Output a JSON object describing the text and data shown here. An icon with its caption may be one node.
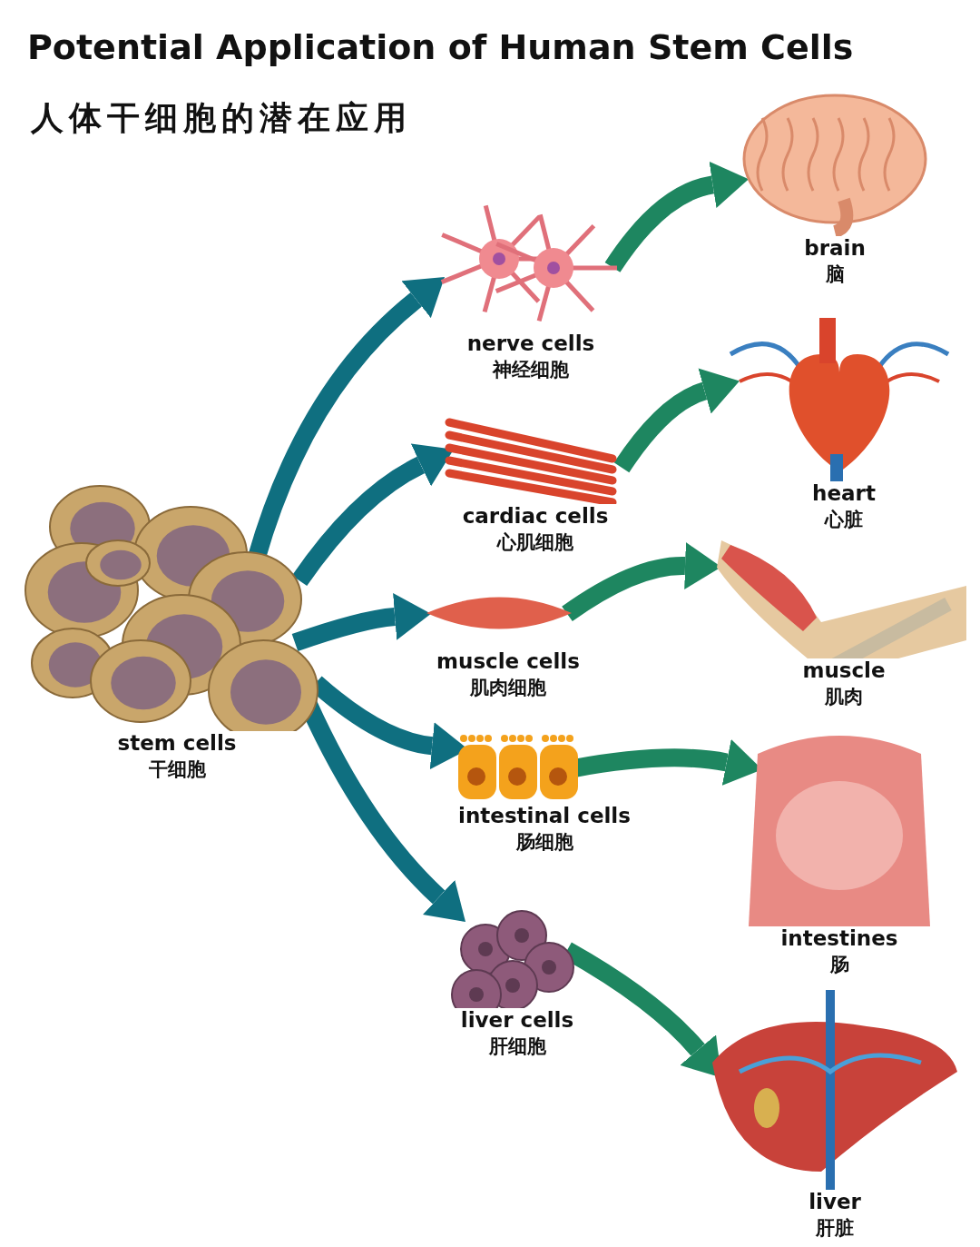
{
  "diagram": {
    "title": "Potential Application of Human Stem Cells",
    "labels": [
      "人体干细胞的潜在应用"
    ],
    "nodes": [
      {
        "text": [
          "stem cells",
          "干细胞"
        ]
      },
      {
        "text": [
          "nerve cells",
          "神经细胞"
        ]
      },
      {
        "text": [
          "cardiac cells",
          "心肌细胞"
        ]
      },
      {
        "text": [
          "muscle cells",
          "肌肉细胞"
        ]
      },
      {
        "text": [
          "intestinal cells",
          "肠细胞"
        ]
      },
      {
        "text": [
          "liver cells",
          "肝细胞"
        ]
      },
      {
        "text": [
          "brain",
          "脑"
        ]
      },
      {
        "text": [
          "heart",
          "心脏"
        ]
      },
      {
        "text": [
          "muscle",
          "肌肉"
        ]
      },
      {
        "text": [
          "intestines",
          "肠"
        ]
      },
      {
        "text": [
          "liver",
          "肝脏"
        ]
      }
    ],
    "edges": [
      {
        "from": 0,
        "to": 1,
        "arrow": "to",
        "color": "#0f6f80"
      },
      {
        "from": 0,
        "to": 2,
        "arrow": "to",
        "color": "#0f6f80"
      },
      {
        "from": 0,
        "to": 3,
        "arrow": "to",
        "color": "#0f6f80"
      },
      {
        "from": 0,
        "to": 4,
        "arrow": "to",
        "color": "#0f6f80"
      },
      {
        "from": 0,
        "to": 5,
        "arrow": "to",
        "color": "#0f6f80"
      },
      {
        "from": 1,
        "to": 6,
        "arrow": "to",
        "color": "#1e8660"
      },
      {
        "from": 2,
        "to": 7,
        "arrow": "to",
        "color": "#1e8660"
      },
      {
        "from": 3,
        "to": 8,
        "arrow": "to",
        "color": "#1e8660"
      },
      {
        "from": 4,
        "to": 9,
        "arrow": "to",
        "color": "#1e8660"
      },
      {
        "from": 5,
        "to": 10,
        "arrow": "to",
        "color": "#1e8660"
      }
    ]
  }
}
